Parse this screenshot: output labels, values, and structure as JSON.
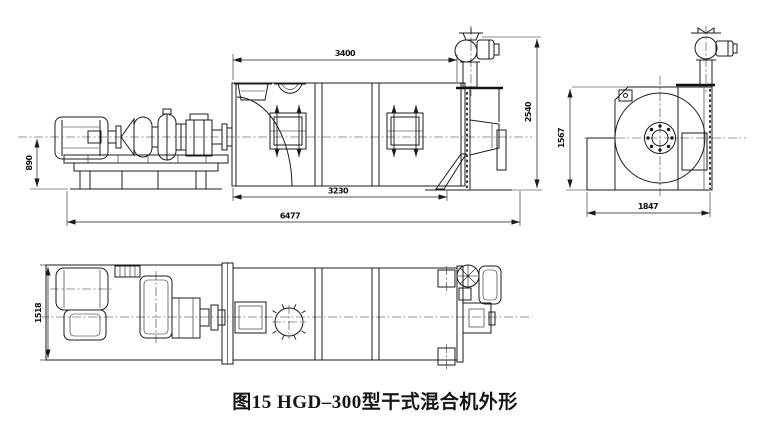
{
  "figure": {
    "caption": "图15 HGD–300型干式混合机外形"
  },
  "views": {
    "side_elevation": {
      "dimensions": {
        "top_width": "3400",
        "overall_height": "2540",
        "center_height": "890",
        "drum_length": "3230",
        "overall_length": "6477"
      }
    },
    "end_view": {
      "dimensions": {
        "height": "1567",
        "width": "1847"
      }
    },
    "plan_view": {
      "dimensions": {
        "width": "1518"
      }
    }
  }
}
